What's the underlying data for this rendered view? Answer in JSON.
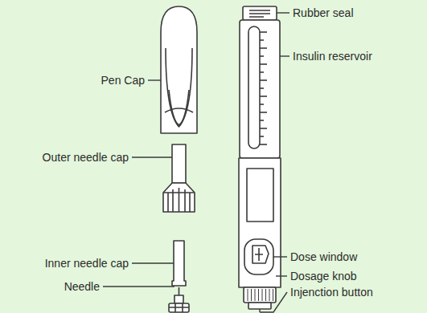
{
  "diagram": {
    "labels": [
      "Pen Cap",
      "Outer needle cap",
      "Inner needle cap",
      "Needle",
      "Rubber seal",
      "Insulin reservoir",
      "Dose window",
      "Dosage knob",
      "Injenction button"
    ]
  }
}
